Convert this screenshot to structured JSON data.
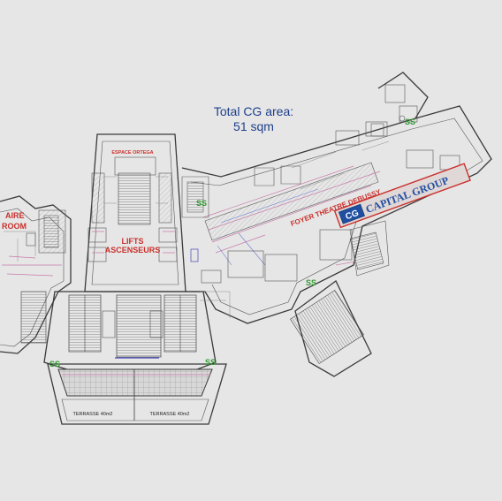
{
  "header": {
    "title_line1": "Total CG area:",
    "title_line2": "51 sqm"
  },
  "labels": {
    "espace_ortega": "ESPACE ORTEGA",
    "lifts": "LIFTS",
    "ascenseurs": "ASCENSEURS",
    "foyer": "FOYER THEATRE DEBUSSY",
    "capital_group": "CAPITAL GROUP",
    "aire": "AIRE",
    "room": "ROOM",
    "terrasse_left": "TERRASSE 40m2",
    "terrasse_right": "TERRASSE 40m2"
  },
  "ss_label": "SS",
  "colors": {
    "accent_red": "#c9302c",
    "accent_blue": "#1d3f8c",
    "ss_green": "#2f9a2f",
    "banner_blue": "#1f4fa0",
    "background": "#e6e6e6"
  }
}
